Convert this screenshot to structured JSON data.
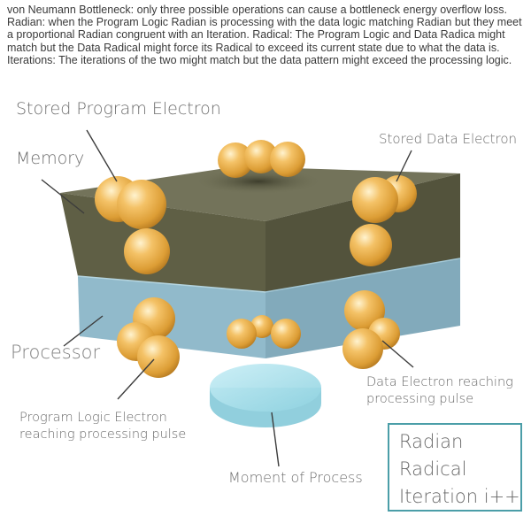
{
  "intro_text": "von Neumann Bottleneck: only three possible operations can cause a bottleneck energy overflow loss. Radian: when the Program Logic Radian is processing with the data logic matching Radian but they meet a proportional Radian congruent with an Iteration. Radical: The Program Logic and Data Radica might match but the Data Radical might force its Radical to exceed its current state due to what the data is. Iterations: The iterations of the two might match but the data pattern might exceed the processing logic.",
  "labels": {
    "stored_program_electron": "Stored Program Electron",
    "memory": "Memory",
    "stored_data_electron": "Stored Data Electron",
    "processor": "Processor",
    "data_electron_pulse": "Data Electron reaching processing pulse",
    "program_logic_pulse": "Program Logic Electron reaching processing pulse",
    "moment_of_process": "Moment of Process"
  },
  "legend": {
    "line1": "Radian",
    "line2": "Radical",
    "line3": "Iteration i++"
  },
  "colors": {
    "memory_block": "#5f5f45",
    "processor_block": "#8fb6c6",
    "electron": "#ecb24e",
    "moment_disc": "#a8dde8",
    "legend_border": "#4b9ea8"
  }
}
